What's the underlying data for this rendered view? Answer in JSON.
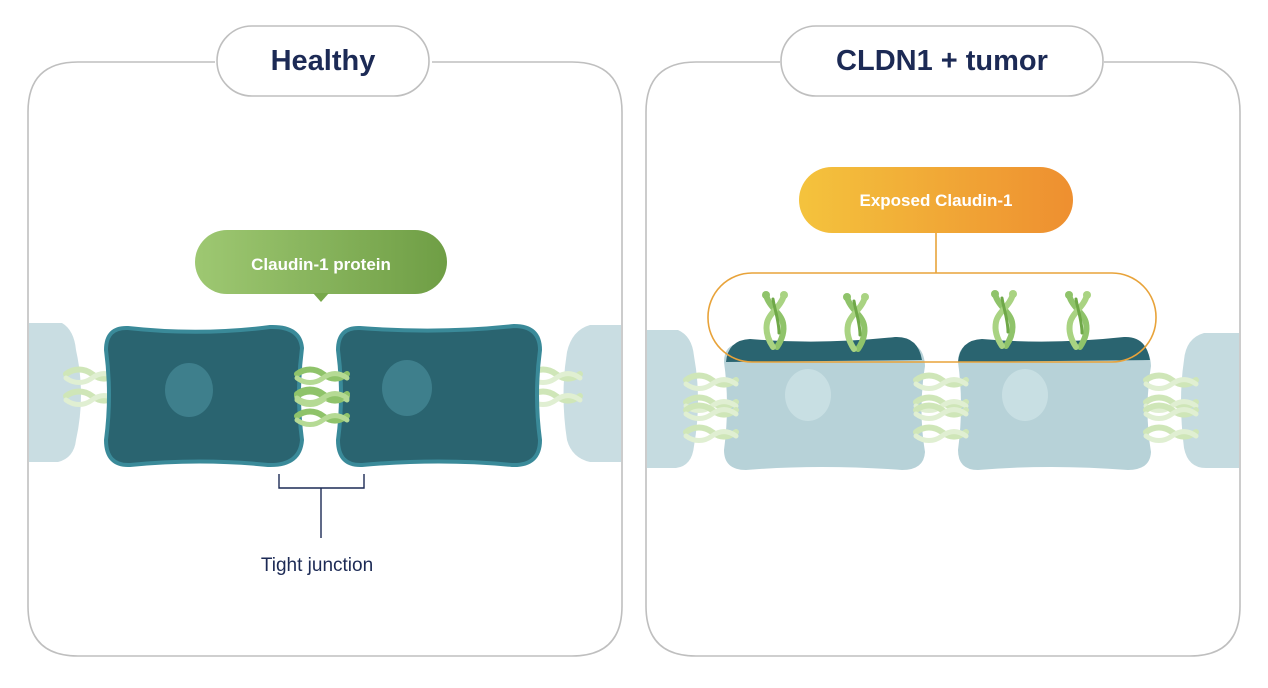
{
  "panels": {
    "healthy": {
      "title": "Healthy",
      "protein_label": "Claudin-1 protein",
      "junction_label": "Tight junction"
    },
    "tumor": {
      "title": "CLDN1 + tumor",
      "exposed_label": "Exposed Claudin-1"
    }
  },
  "colors": {
    "panel_border": "#bfbfbf",
    "title_text": "#1c2a55",
    "cell_dark": "#2a6470",
    "cell_dark_edge": "#3a8a99",
    "nucleus_dark": "#3e7f8c",
    "cell_light": "#b7d2d8",
    "cell_light_edge": "#a9ccd4",
    "nucleus_light": "#c8dfe3",
    "protein_green": "#8fc36a",
    "protein_light": "#cfe6b8",
    "protein_label_bg": "#7dab50",
    "exposed_label_bg": "#f1a734",
    "bracket_line": "#e8a33a",
    "junction_line": "#1c2a55"
  }
}
